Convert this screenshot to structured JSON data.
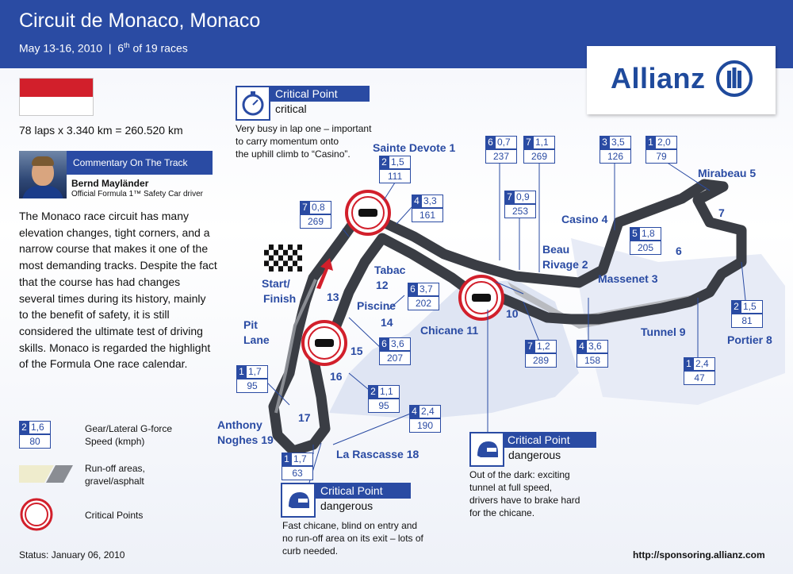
{
  "header": {
    "title": "Circuit de Monaco, Monaco",
    "date": "May 13-16, 2010",
    "separator": "|",
    "race_num": "6",
    "race_sup": "th",
    "race_rest": " of 19 races"
  },
  "logo": {
    "text": "Allianz"
  },
  "colors": {
    "brand_blue": "#2a4ba3",
    "critical_red": "#d21f2b",
    "track": "#3a3d44",
    "water": "#dfe5f3",
    "runoff_gravel": "#efeccd",
    "runoff_asphalt": "#8a8d93"
  },
  "flag": {
    "top_color": "#d21f2b",
    "bottom_color": "#ffffff"
  },
  "track_stats": "78 laps x 3.340 km = 260.520 km",
  "commentary": {
    "heading": "Commentary On The Track",
    "name": "Bernd Mayländer",
    "role": "Official Formula 1™ Safety Car driver"
  },
  "description": "The Monaco race circuit has many elevation changes, tight corners, and a narrow course that makes it one of the most demanding tracks. Despite the fact that the course has had changes several times during its history, mainly to the benefit of safety, it is still considered the ultimate test of driving skills. Monaco is regarded the highlight of the Formula One race calendar.",
  "legend": {
    "gear_example": "2",
    "lat_example": "1,6",
    "speed_example": "80",
    "gear_text_1": "Gear/Lateral G-force",
    "gear_text_2": "Speed (kmph)",
    "runoff_text_1": "Run-off areas,",
    "runoff_text_2": "gravel/asphalt",
    "critical_text": "Critical Points"
  },
  "critical_points": [
    {
      "heading": "Critical Point",
      "severity": "critical",
      "icon": "stopwatch-icon",
      "desc": [
        "Very busy in lap one – important",
        "to carry momentum onto",
        "the uphill climb to “Casino”."
      ]
    },
    {
      "heading": "Critical Point",
      "severity": "dangerous",
      "icon": "helmet-icon",
      "desc": [
        "Out of the dark: exciting",
        "tunnel at full speed,",
        "drivers have to brake hard",
        "for the chicane."
      ]
    },
    {
      "heading": "Critical Point",
      "severity": "dangerous",
      "icon": "helmet-icon",
      "desc": [
        "Fast chicane, blind on entry and",
        "no run-off area on its exit – lots of",
        "curb needed."
      ]
    }
  ],
  "corners": {
    "sainte_devote": "Sainte Devote 1",
    "mirabeau": "Mirabeau 5",
    "casino": "Casino 4",
    "beau": "Beau",
    "rivage": "Rivage 2",
    "massenet": "Massenet 3",
    "tunnel": "Tunnel 9",
    "portier": "Portier 8",
    "t6": "6",
    "t7": "7",
    "t10": "10",
    "chicane": "Chicane 11",
    "tabac": "Tabac",
    "t12": "12",
    "t13": "13",
    "piscine": "Piscine",
    "t14": "14",
    "t15": "15",
    "t16": "16",
    "t17": "17",
    "rascasse": "La Rascasse 18",
    "anthony": "Anthony",
    "noghes": "Noghes 19",
    "start": "Start/",
    "finish": "Finish",
    "pit": "Pit",
    "lane": "Lane"
  },
  "gear_boxes": [
    {
      "gear": "2",
      "lat": "1,5",
      "speed": "111"
    },
    {
      "gear": "4",
      "lat": "3,3",
      "speed": "161"
    },
    {
      "gear": "7",
      "lat": "0,8",
      "speed": "269"
    },
    {
      "gear": "6",
      "lat": "0,7",
      "speed": "237"
    },
    {
      "gear": "7",
      "lat": "1,1",
      "speed": "269"
    },
    {
      "gear": "7",
      "lat": "0,9",
      "speed": "253"
    },
    {
      "gear": "3",
      "lat": "3,5",
      "speed": "126"
    },
    {
      "gear": "1",
      "lat": "2,0",
      "speed": "79"
    },
    {
      "gear": "5",
      "lat": "1,8",
      "speed": "205"
    },
    {
      "gear": "6",
      "lat": "3,7",
      "speed": "202"
    },
    {
      "gear": "6",
      "lat": "3,6",
      "speed": "207"
    },
    {
      "gear": "2",
      "lat": "1,5",
      "speed": "81"
    },
    {
      "gear": "7",
      "lat": "1,2",
      "speed": "289"
    },
    {
      "gear": "4",
      "lat": "3,6",
      "speed": "158"
    },
    {
      "gear": "1",
      "lat": "2,4",
      "speed": "47"
    },
    {
      "gear": "1",
      "lat": "1,7",
      "speed": "95"
    },
    {
      "gear": "2",
      "lat": "1,1",
      "speed": "95"
    },
    {
      "gear": "4",
      "lat": "2,4",
      "speed": "190"
    },
    {
      "gear": "1",
      "lat": "1,7",
      "speed": "63"
    }
  ],
  "footer": {
    "status": "Status: January 06, 2010",
    "url": "http://sponsoring.allianz.com"
  }
}
